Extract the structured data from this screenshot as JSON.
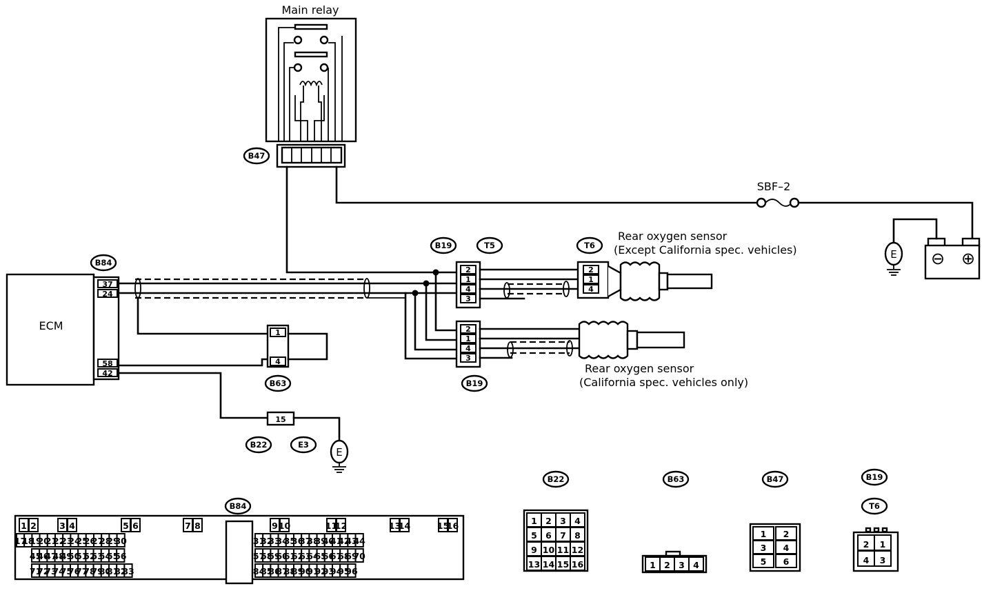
{
  "labels": {
    "main_relay": "Main relay",
    "ecm": "ECM",
    "sbf": "SBF–2",
    "rear_o2_except": "Rear oxygen sensor",
    "rear_o2_except_note": "(Except California spec. vehicles)",
    "rear_o2_calif": "Rear oxygen sensor",
    "rear_o2_calif_note": "(California spec. vehicles only)"
  },
  "connector_tags": {
    "b47": "B47",
    "b84": "B84",
    "b19_top": "B19",
    "t5": "T5",
    "t6": "T6",
    "b63": "B63",
    "b19_bottom": "B19",
    "b22": "B22",
    "e3": "E3",
    "b84_face": "B84",
    "b22_face": "B22",
    "b63_face": "B63",
    "b47_face": "B47",
    "b19_face": "B19",
    "t6_face": "T6"
  },
  "ecm_pins": {
    "p37": "37",
    "p24": "24",
    "p58": "58",
    "p42": "42"
  },
  "t5_pins": [
    "2",
    "1",
    "4",
    "3"
  ],
  "t6_pins": [
    "2",
    "1",
    "4"
  ],
  "b19_lower_pins": [
    "2",
    "1",
    "4",
    "3"
  ],
  "b63_pins": {
    "p1": "1",
    "p4": "4"
  },
  "b22_pin": "15",
  "ground_symbol": "E",
  "battery": {
    "neg": "⊖",
    "pos": "⊕"
  },
  "face_b84": {
    "row1": [
      "1",
      "2",
      "3",
      "4",
      "5",
      "6",
      "7",
      "8",
      "9",
      "10",
      "11",
      "12",
      "13",
      "14",
      "15",
      "16"
    ],
    "row2": [
      "17",
      "18",
      "19",
      "20",
      "21",
      "22",
      "23",
      "24",
      "25",
      "26",
      "27",
      "28",
      "29",
      "30",
      "31",
      "32",
      "33",
      "34",
      "35",
      "36",
      "37",
      "38",
      "39",
      "40",
      "41",
      "42",
      "43",
      "44"
    ],
    "row3": [
      "45",
      "46",
      "47",
      "48",
      "49",
      "50",
      "51",
      "52",
      "53",
      "54",
      "55",
      "56",
      "57",
      "58",
      "59",
      "60",
      "61",
      "62",
      "63",
      "64",
      "65",
      "66",
      "67",
      "68",
      "69",
      "70"
    ],
    "row4": [
      "71",
      "72",
      "73",
      "74",
      "75",
      "76",
      "77",
      "78",
      "79",
      "80",
      "81",
      "82",
      "83",
      "84",
      "85",
      "86",
      "87",
      "88",
      "89",
      "90",
      "91",
      "92",
      "93",
      "94",
      "95",
      "96"
    ]
  },
  "face_b22": [
    "1",
    "2",
    "3",
    "4",
    "5",
    "6",
    "7",
    "8",
    "9",
    "10",
    "11",
    "12",
    "13",
    "14",
    "15",
    "16"
  ],
  "face_b63": [
    "1",
    "2",
    "3",
    "4"
  ],
  "face_b47": [
    "1",
    "2",
    "3",
    "4",
    "5",
    "6"
  ],
  "face_b19": [
    "2",
    "1",
    "4",
    "3"
  ]
}
